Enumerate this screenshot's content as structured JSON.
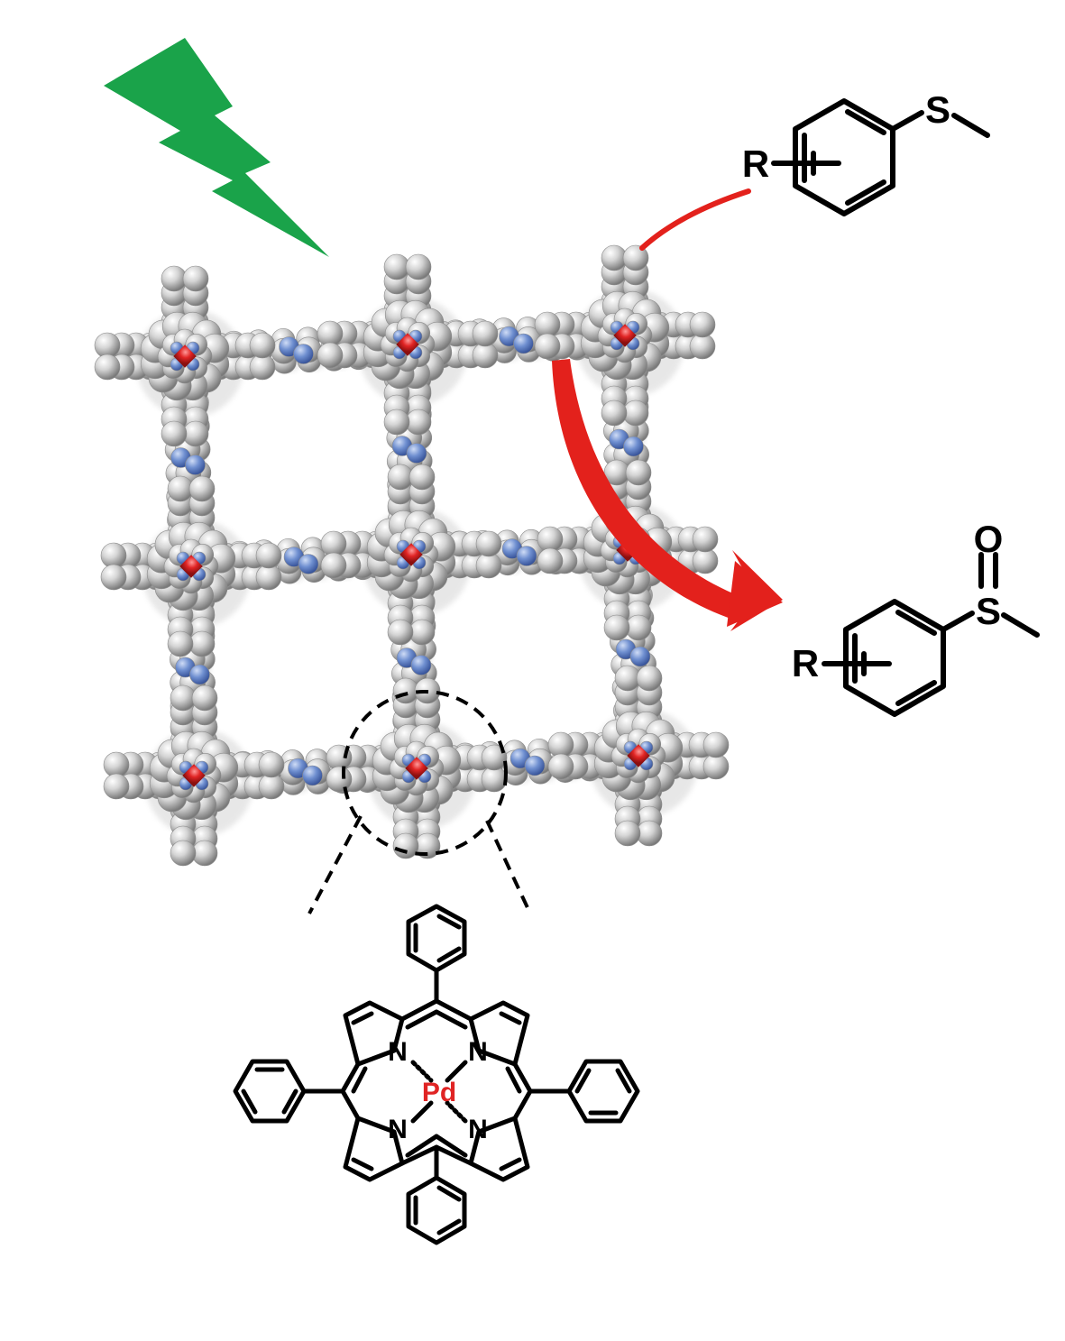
{
  "substrate": {
    "substituent": "R",
    "heteroatom": "S"
  },
  "product": {
    "substituent": "R",
    "heteroatom": "S",
    "oxygen": "O"
  },
  "porphyrin": {
    "metal": "Pd",
    "nitrogen": "N"
  },
  "colors": {
    "light_bolt": "#1aa34a",
    "arrow": "#e3211c",
    "atom_carbon": "#c8c8c8",
    "atom_nitrogen": "#6f8fd0",
    "metal_center": "#e02424"
  },
  "icons": [
    "lightning-bolt-icon",
    "reaction-arrow-icon"
  ]
}
